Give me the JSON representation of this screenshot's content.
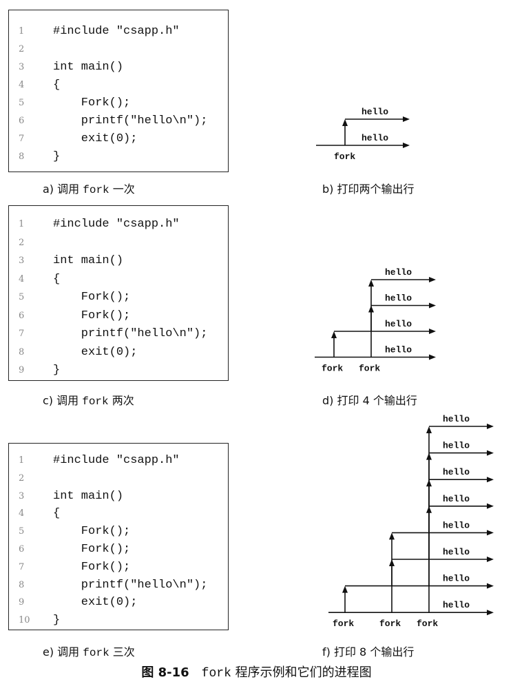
{
  "figure": {
    "label": "图 8-16",
    "title_mono": "fork",
    "title_rest": " 程序示例和它们的进程图"
  },
  "panels": [
    {
      "code": [
        {
          "n": "1",
          "text": "#include \"csapp.h\""
        },
        {
          "n": "2",
          "text": ""
        },
        {
          "n": "3",
          "text": "int main()"
        },
        {
          "n": "4",
          "text": "{"
        },
        {
          "n": "5",
          "text": "    Fork();"
        },
        {
          "n": "6",
          "text": "    printf(\"hello\\n\");"
        },
        {
          "n": "7",
          "text": "    exit(0);"
        },
        {
          "n": "8",
          "text": "}"
        }
      ],
      "code_caption": {
        "prefix": "a) 调用 ",
        "mono": "fork",
        "suffix": " 一次"
      },
      "graph_caption": "b) 打印两个输出行",
      "graph": {
        "forks": [
          "fork"
        ],
        "outputs": [
          "hello",
          "hello"
        ]
      }
    },
    {
      "code": [
        {
          "n": "1",
          "text": "#include \"csapp.h\""
        },
        {
          "n": "2",
          "text": ""
        },
        {
          "n": "3",
          "text": "int main()"
        },
        {
          "n": "4",
          "text": "{"
        },
        {
          "n": "5",
          "text": "    Fork();"
        },
        {
          "n": "6",
          "text": "    Fork();"
        },
        {
          "n": "7",
          "text": "    printf(\"hello\\n\");"
        },
        {
          "n": "8",
          "text": "    exit(0);"
        },
        {
          "n": "9",
          "text": "}"
        }
      ],
      "code_caption": {
        "prefix": "c) 调用 ",
        "mono": "fork",
        "suffix": " 两次"
      },
      "graph_caption": "d) 打印 4 个输出行",
      "graph": {
        "forks": [
          "fork",
          "fork"
        ],
        "outputs": [
          "hello",
          "hello",
          "hello",
          "hello"
        ]
      }
    },
    {
      "code": [
        {
          "n": "1",
          "text": "#include \"csapp.h\""
        },
        {
          "n": "2",
          "text": ""
        },
        {
          "n": "3",
          "text": "int main()"
        },
        {
          "n": "4",
          "text": "{"
        },
        {
          "n": "5",
          "text": "    Fork();"
        },
        {
          "n": "6",
          "text": "    Fork();"
        },
        {
          "n": "7",
          "text": "    Fork();"
        },
        {
          "n": "8",
          "text": "    printf(\"hello\\n\");"
        },
        {
          "n": "9",
          "text": "    exit(0);"
        },
        {
          "n": "10",
          "text": "}"
        }
      ],
      "code_caption": {
        "prefix": "e) 调用 ",
        "mono": "fork",
        "suffix": " 三次"
      },
      "graph_caption": "f) 打印 8 个输出行",
      "graph": {
        "forks": [
          "fork",
          "fork",
          "fork"
        ],
        "outputs": [
          "hello",
          "hello",
          "hello",
          "hello",
          "hello",
          "hello",
          "hello",
          "hello"
        ]
      }
    }
  ]
}
